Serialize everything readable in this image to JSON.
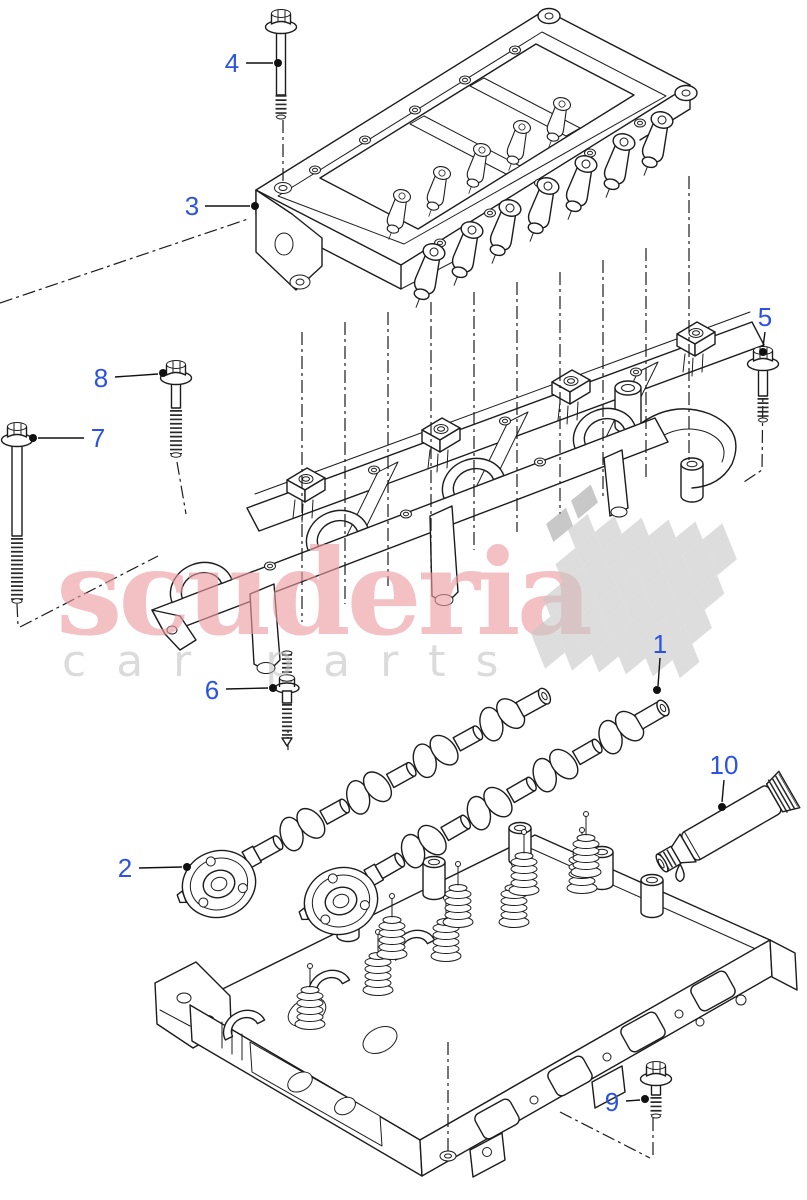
{
  "diagram": {
    "callouts": [
      {
        "label": "1"
      },
      {
        "label": "2"
      },
      {
        "label": "3"
      },
      {
        "label": "4"
      },
      {
        "label": "5"
      },
      {
        "label": "6"
      },
      {
        "label": "7"
      },
      {
        "label": "8"
      },
      {
        "label": "9"
      },
      {
        "label": "10"
      }
    ],
    "watermark": {
      "brand": "scuderia",
      "tagline": "car parts"
    },
    "colors": {
      "callout_blue": "#2b52e2",
      "line_black": "#1c1c1c",
      "watermark_pink": "#ec9ba1",
      "watermark_gray": "#bfbfbf",
      "flag_gray": "#c7c7c7"
    }
  }
}
